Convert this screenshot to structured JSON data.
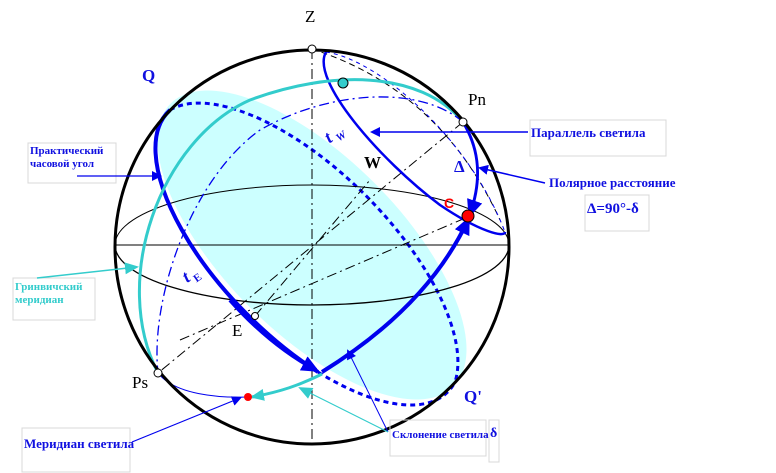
{
  "points": {
    "zenith": "Z",
    "north_pole": "Pn",
    "south_pole": "Ps",
    "east": "E",
    "west": "W",
    "star": "C",
    "equator_q": "Q",
    "equator_q_prime": "Q'",
    "delta_symbol": "Δ"
  },
  "angles": {
    "t_west": "t",
    "t_west_sub": "W",
    "t_east": "t",
    "t_east_sub": "E"
  },
  "labels": {
    "practical_hour_angle_1": "Практический",
    "practical_hour_angle_2": "часовой угол",
    "greenwich_meridian_1": "Гринвичский",
    "greenwich_meridian_2": "меридиан",
    "star_parallel": "Параллель светила",
    "polar_distance": "Полярное расстояние",
    "polar_formula": "Δ=90°-δ",
    "star_meridian": "Меридиан светила",
    "star_declination": "Склонение светила",
    "declination_symbol": "δ"
  },
  "colors": {
    "blue": "#0000ee",
    "cyan": "#33cccc",
    "fill": "#ccffff",
    "star": "#ff0000"
  }
}
